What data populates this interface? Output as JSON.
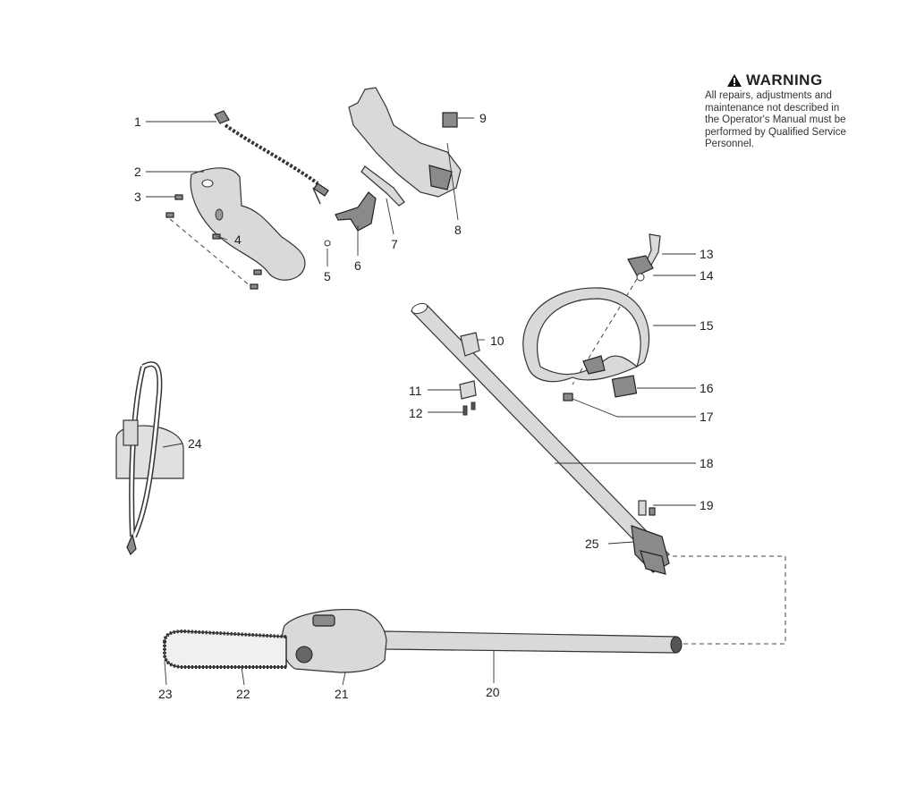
{
  "warning": {
    "title": "WARNING",
    "text": "All repairs, adjustments and\nmaintenance not described in\nthe Operator's Manual must be\nperformed by Qualified Service\nPersonnel."
  },
  "callouts": [
    "1",
    "2",
    "3",
    "4",
    "5",
    "6",
    "7",
    "8",
    "9",
    "10",
    "11",
    "12",
    "13",
    "14",
    "15",
    "16",
    "17",
    "18",
    "19",
    "20",
    "21",
    "22",
    "23",
    "24",
    "25"
  ]
}
